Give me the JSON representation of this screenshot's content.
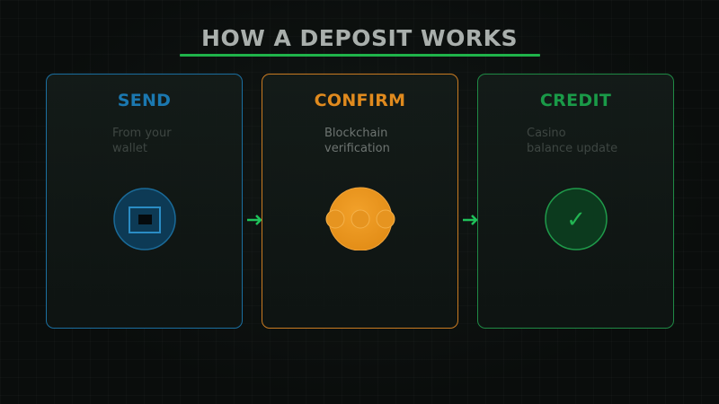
{
  "title": "HOW A DEPOSIT WORKS",
  "colors": {
    "background": "#0a0d0c",
    "title_text": "#a9afac",
    "underline": "#1fb34a",
    "arrow": "#1fc15a"
  },
  "steps": [
    {
      "title": "SEND",
      "description": "From your\nwallet",
      "accent": "#1b78b0",
      "icon": "wallet-icon"
    },
    {
      "title": "CONFIRM",
      "description": "Blockchain\nverification",
      "accent": "#e08a1e",
      "icon": "blockchain-nodes-icon"
    },
    {
      "title": "CREDIT",
      "description": "Casino\nbalance update",
      "accent": "#1a9a48",
      "icon": "checkmark-icon",
      "icon_glyph": "✓"
    }
  ],
  "arrows": [
    {
      "from": "SEND",
      "to": "CONFIRM",
      "icon": "arrow-right-icon"
    },
    {
      "from": "CONFIRM",
      "to": "CREDIT",
      "icon": "arrow-right-icon"
    }
  ]
}
